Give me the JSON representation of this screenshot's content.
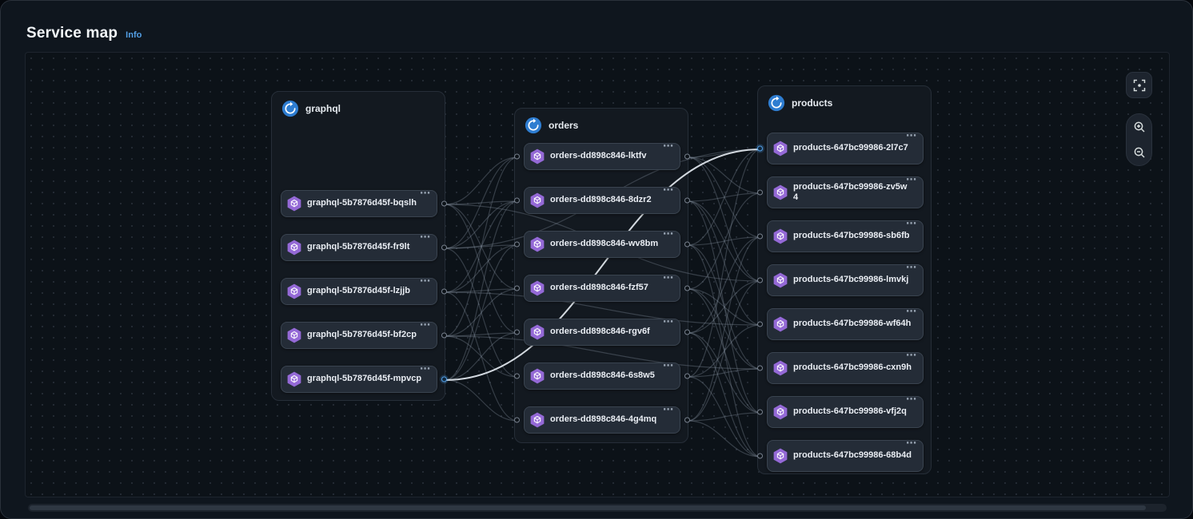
{
  "header": {
    "title": "Service map",
    "info_label": "Info"
  },
  "icons": {
    "more_options": "⋯"
  },
  "colors": {
    "accent_blue": "#539fe5",
    "group_icon_blue": "#2e7dd1",
    "pod_icon_purple": "#9469d6",
    "edge_gray": "#8d99a8",
    "edge_selected": "#dde4ea"
  },
  "controls": {
    "fit_to_screen": "fit-to-screen",
    "zoom_in": "zoom-in",
    "zoom_out": "zoom-out"
  },
  "groups": [
    {
      "id": "graphql",
      "label": "graphql",
      "ports": [
        "right"
      ],
      "nodes": [
        {
          "id": "graphql-bqslh",
          "label": "graphql-5b7876d45f-bqslh"
        },
        {
          "id": "graphql-fr9lt",
          "label": "graphql-5b7876d45f-fr9lt"
        },
        {
          "id": "graphql-lzjjb",
          "label": "graphql-5b7876d45f-lzjjb"
        },
        {
          "id": "graphql-bf2cp",
          "label": "graphql-5b7876d45f-bf2cp"
        },
        {
          "id": "graphql-mpvcp",
          "label": "graphql-5b7876d45f-mpvcp"
        }
      ]
    },
    {
      "id": "orders",
      "label": "orders",
      "ports": [
        "left",
        "right"
      ],
      "nodes": [
        {
          "id": "orders-lktfv",
          "label": "orders-dd898c846-lktfv"
        },
        {
          "id": "orders-8dzr2",
          "label": "orders-dd898c846-8dzr2"
        },
        {
          "id": "orders-wv8bm",
          "label": "orders-dd898c846-wv8bm"
        },
        {
          "id": "orders-fzf57",
          "label": "orders-dd898c846-fzf57"
        },
        {
          "id": "orders-rgv6f",
          "label": "orders-dd898c846-rgv6f"
        },
        {
          "id": "orders-6s8w5",
          "label": "orders-dd898c846-6s8w5"
        },
        {
          "id": "orders-4g4mq",
          "label": "orders-dd898c846-4g4mq"
        }
      ]
    },
    {
      "id": "products",
      "label": "products",
      "ports": [
        "left"
      ],
      "nodes": [
        {
          "id": "products-2l7c7",
          "label": "products-647bc99986-2l7c7"
        },
        {
          "id": "products-zv5w4",
          "label": "products-647bc99986-zv5w4"
        },
        {
          "id": "products-sb6fb",
          "label": "products-647bc99986-sb6fb"
        },
        {
          "id": "products-lmvkj",
          "label": "products-647bc99986-lmvkj"
        },
        {
          "id": "products-wf64h",
          "label": "products-647bc99986-wf64h"
        },
        {
          "id": "products-cxn9h",
          "label": "products-647bc99986-cxn9h"
        },
        {
          "id": "products-vfj2q",
          "label": "products-647bc99986-vfj2q"
        },
        {
          "id": "products-68b4d",
          "label": "products-647bc99986-68b4d"
        }
      ]
    }
  ],
  "edges": [
    {
      "from": "graphql-bqslh",
      "to": "orders-lktfv"
    },
    {
      "from": "graphql-bqslh",
      "to": "orders-8dzr2"
    },
    {
      "from": "graphql-bqslh",
      "to": "orders-fzf57"
    },
    {
      "from": "graphql-bqslh",
      "to": "orders-rgv6f"
    },
    {
      "from": "graphql-fr9lt",
      "to": "orders-lktfv"
    },
    {
      "from": "graphql-fr9lt",
      "to": "orders-8dzr2"
    },
    {
      "from": "graphql-fr9lt",
      "to": "orders-wv8bm"
    },
    {
      "from": "graphql-fr9lt",
      "to": "orders-6s8w5"
    },
    {
      "from": "graphql-lzjjb",
      "to": "orders-8dzr2"
    },
    {
      "from": "graphql-lzjjb",
      "to": "orders-wv8bm"
    },
    {
      "from": "graphql-lzjjb",
      "to": "orders-fzf57"
    },
    {
      "from": "graphql-lzjjb",
      "to": "orders-4g4mq"
    },
    {
      "from": "graphql-bf2cp",
      "to": "orders-lktfv"
    },
    {
      "from": "graphql-bf2cp",
      "to": "orders-fzf57"
    },
    {
      "from": "graphql-bf2cp",
      "to": "orders-rgv6f"
    },
    {
      "from": "graphql-bf2cp",
      "to": "orders-6s8w5"
    },
    {
      "from": "graphql-mpvcp",
      "to": "orders-8dzr2"
    },
    {
      "from": "graphql-mpvcp",
      "to": "orders-wv8bm"
    },
    {
      "from": "graphql-mpvcp",
      "to": "orders-rgv6f"
    },
    {
      "from": "graphql-mpvcp",
      "to": "orders-4g4mq"
    },
    {
      "from": "graphql-fr9lt",
      "to": "products-2l7c7"
    },
    {
      "from": "graphql-bqslh",
      "to": "products-lmvkj"
    },
    {
      "from": "graphql-lzjjb",
      "to": "products-wf64h"
    },
    {
      "from": "graphql-bf2cp",
      "to": "products-cxn9h"
    },
    {
      "from": "orders-lktfv",
      "to": "products-2l7c7"
    },
    {
      "from": "orders-lktfv",
      "to": "products-zv5w4"
    },
    {
      "from": "orders-lktfv",
      "to": "products-sb6fb"
    },
    {
      "from": "orders-lktfv",
      "to": "products-lmvkj"
    },
    {
      "from": "orders-8dzr2",
      "to": "products-zv5w4"
    },
    {
      "from": "orders-8dzr2",
      "to": "products-lmvkj"
    },
    {
      "from": "orders-8dzr2",
      "to": "products-wf64h"
    },
    {
      "from": "orders-8dzr2",
      "to": "products-vfj2q"
    },
    {
      "from": "orders-wv8bm",
      "to": "products-2l7c7"
    },
    {
      "from": "orders-wv8bm",
      "to": "products-sb6fb"
    },
    {
      "from": "orders-wv8bm",
      "to": "products-cxn9h"
    },
    {
      "from": "orders-wv8bm",
      "to": "products-68b4d"
    },
    {
      "from": "orders-fzf57",
      "to": "products-zv5w4"
    },
    {
      "from": "orders-fzf57",
      "to": "products-wf64h"
    },
    {
      "from": "orders-fzf57",
      "to": "products-cxn9h"
    },
    {
      "from": "orders-fzf57",
      "to": "products-vfj2q"
    },
    {
      "from": "orders-rgv6f",
      "to": "products-sb6fb"
    },
    {
      "from": "orders-rgv6f",
      "to": "products-lmvkj"
    },
    {
      "from": "orders-rgv6f",
      "to": "products-vfj2q"
    },
    {
      "from": "orders-rgv6f",
      "to": "products-68b4d"
    },
    {
      "from": "orders-6s8w5",
      "to": "products-2l7c7"
    },
    {
      "from": "orders-6s8w5",
      "to": "products-wf64h"
    },
    {
      "from": "orders-6s8w5",
      "to": "products-cxn9h"
    },
    {
      "from": "orders-6s8w5",
      "to": "products-68b4d"
    },
    {
      "from": "orders-4g4mq",
      "to": "products-sb6fb"
    },
    {
      "from": "orders-4g4mq",
      "to": "products-lmvkj"
    },
    {
      "from": "orders-4g4mq",
      "to": "products-vfj2q"
    },
    {
      "from": "orders-4g4mq",
      "to": "products-68b4d"
    },
    {
      "from": "graphql-mpvcp",
      "to": "products-2l7c7",
      "selected": true
    }
  ]
}
